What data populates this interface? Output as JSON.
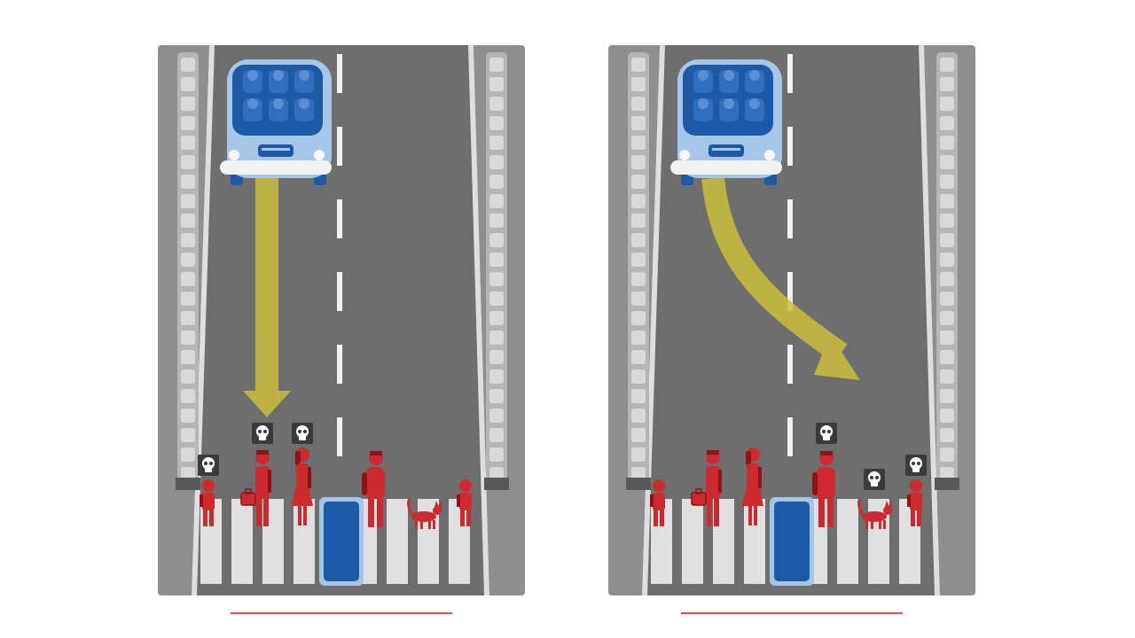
{
  "colors": {
    "background": "#ffffff",
    "sidewalk": "#8e8e8e",
    "road": "#6e6e6e",
    "road_edge_line": "#dedede",
    "lane_dash": "#f2f2f2",
    "barrier": "#d9d9d9",
    "crosswalk": "#e0e0e0",
    "car_body": "#a8c6e8",
    "car_dark": "#1d5aa6",
    "car_seat": "#2f6fc0",
    "pedestrian": "#cc2a2e",
    "pedestrian_dark": "#8e1418",
    "trajectory": "#cbbf3c",
    "skull_badge": "#3a3a3a",
    "selection_line": "#e84c4c"
  },
  "icons": {
    "car": "autonomous-car-icon",
    "death": "skull-icon",
    "path": "trajectory-arrow-icon",
    "pedestrian": "pedestrian-icon",
    "animal": "cat-icon",
    "barrier": "concrete-barrier-icon"
  },
  "options": [
    {
      "id": "left",
      "car_action": "continue",
      "victims_marked": 3,
      "pedestrians": [
        {
          "type": "child",
          "dead": true
        },
        {
          "type": "man-with-briefcase",
          "dead": true
        },
        {
          "type": "woman",
          "dead": true
        },
        {
          "type": "large-man",
          "dead": false
        },
        {
          "type": "cat",
          "dead": false
        },
        {
          "type": "child",
          "dead": false
        }
      ]
    },
    {
      "id": "right",
      "car_action": "swerve",
      "victims_marked": 3,
      "pedestrians": [
        {
          "type": "child",
          "dead": false
        },
        {
          "type": "man-with-briefcase",
          "dead": false
        },
        {
          "type": "woman",
          "dead": false
        },
        {
          "type": "large-man",
          "dead": true
        },
        {
          "type": "cat",
          "dead": true
        },
        {
          "type": "child",
          "dead": true
        }
      ]
    }
  ]
}
